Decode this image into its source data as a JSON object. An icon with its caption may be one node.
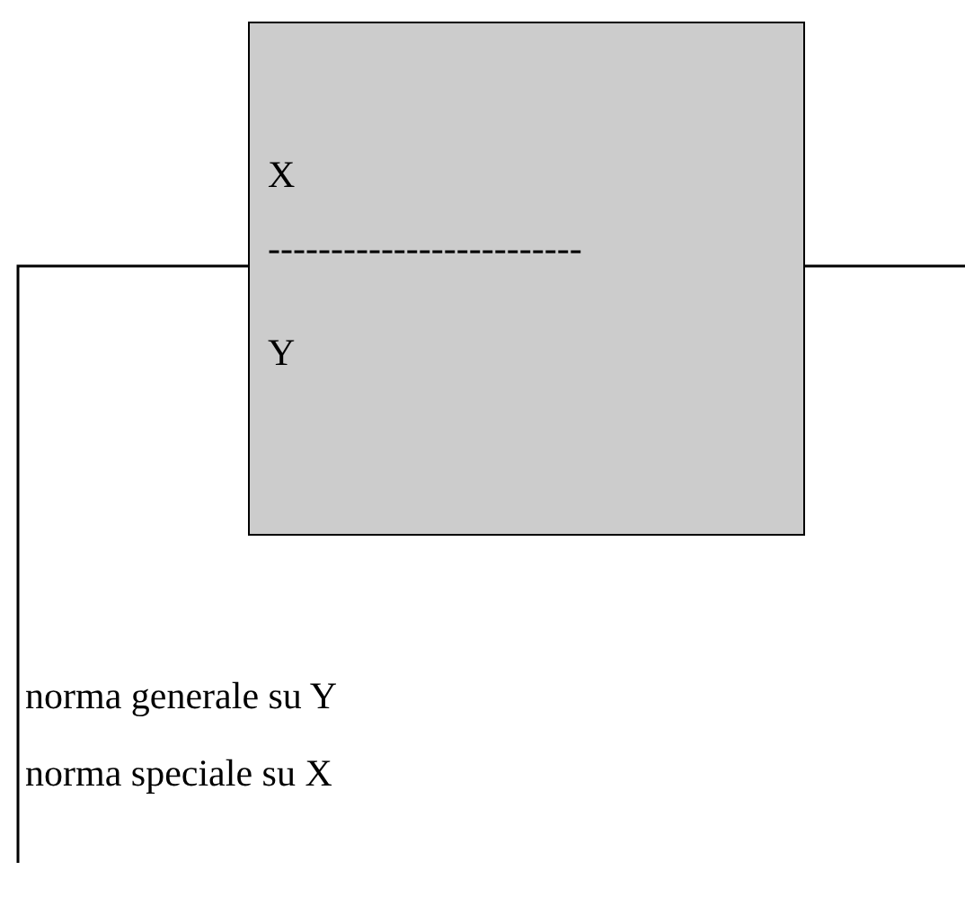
{
  "diagram": {
    "nodes": [
      {
        "text": [
          "X",
          "-------------------------",
          "Y"
        ]
      },
      {
        "text": [
          "norma generale su Y",
          "norma speciale su X"
        ]
      }
    ],
    "edges": [
      {
        "from": 0,
        "to": 1,
        "arrow": "none"
      },
      {
        "from": 0,
        "to": null,
        "arrow": "none"
      }
    ]
  }
}
